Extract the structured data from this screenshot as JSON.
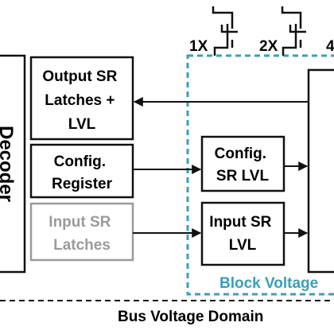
{
  "diagram": {
    "decoder_label": "Decoder",
    "blocks": {
      "output_sr": [
        "Output SR",
        "Latches +",
        "LVL"
      ],
      "config_register": [
        "Config.",
        "Register"
      ],
      "input_sr_latches": [
        "Input SR",
        "Latches"
      ],
      "config_sr_lvl": [
        "Config.",
        "SR LVL"
      ],
      "input_sr_lvl": [
        "Input SR",
        "LVL"
      ]
    },
    "transistors": [
      "1X",
      "2X",
      "4"
    ],
    "domains": {
      "block": "Block Voltage",
      "bus": "Bus Voltage Domain"
    },
    "colors": {
      "ink": "#111111",
      "dimmed": "#9a9a9a",
      "block_domain": "#3a9fb8"
    }
  }
}
